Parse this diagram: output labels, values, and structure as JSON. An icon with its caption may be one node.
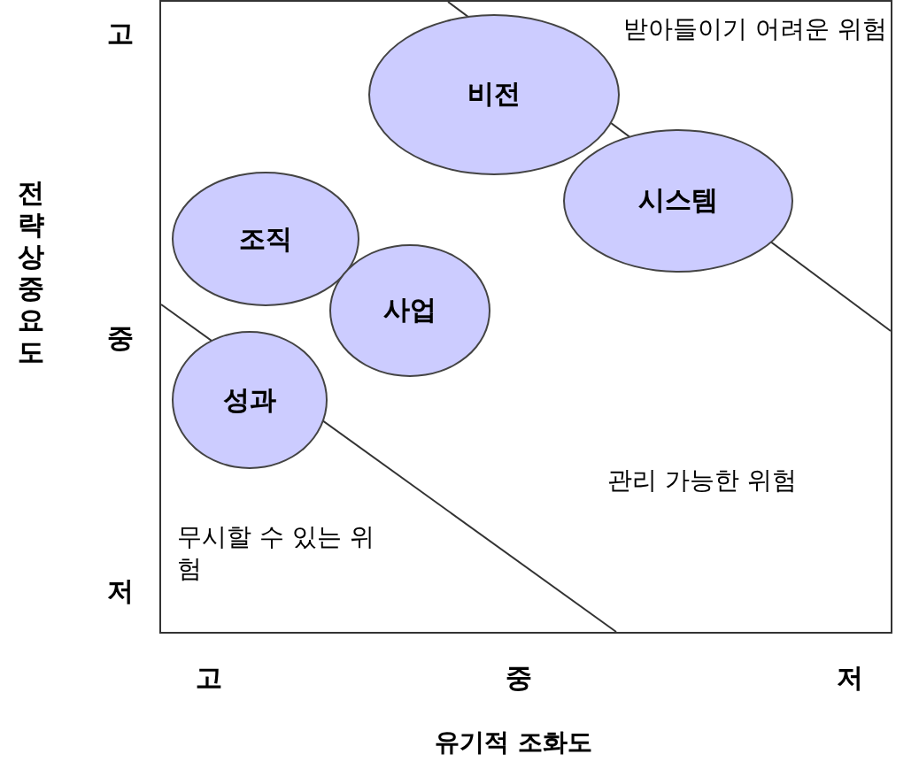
{
  "diagram": {
    "nodes": [
      {
        "text": [
          "비전"
        ]
      },
      {
        "text": [
          "시스템"
        ]
      },
      {
        "text": [
          "조직"
        ]
      },
      {
        "text": [
          "사업"
        ]
      },
      {
        "text": [
          "성과"
        ]
      }
    ],
    "labels": [
      "고",
      "받아들이기 어려운 위험",
      "전략상 중요도",
      "중",
      "관리 가능한 위험",
      "무시할 수 있는 위험",
      "저",
      "고",
      "중",
      "저",
      "유기적 조화도"
    ]
  }
}
